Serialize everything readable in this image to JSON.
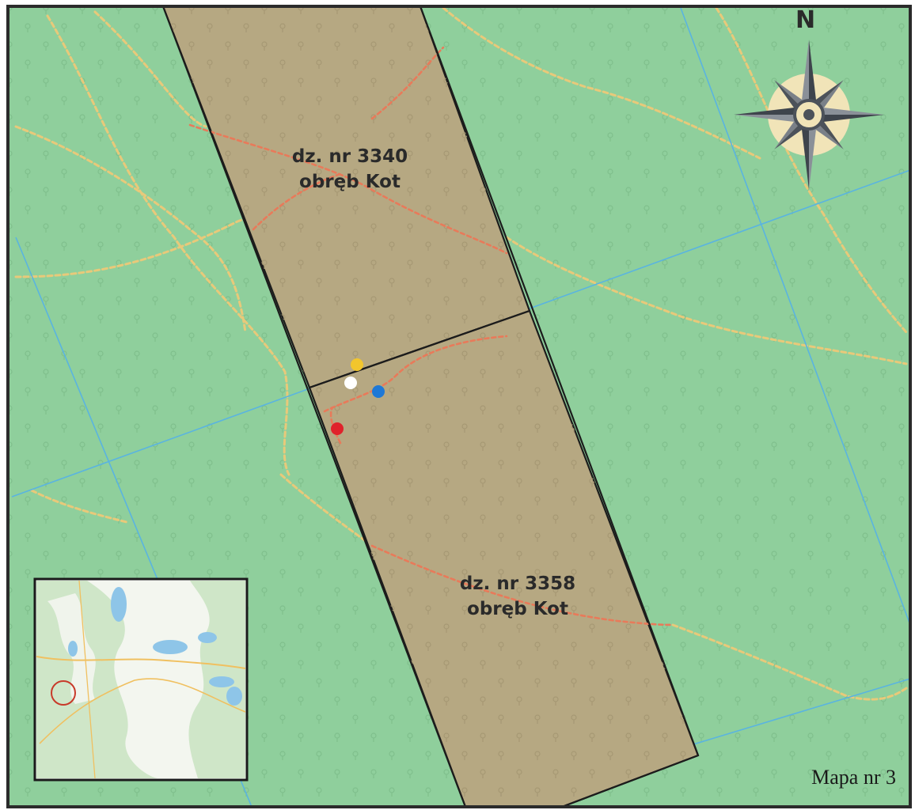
{
  "parcels": [
    {
      "number_label": "dz. nr 3340",
      "precinct_label": "obręb Kot"
    },
    {
      "number_label": "dz. nr 3358",
      "precinct_label": "obręb Kot"
    }
  ],
  "compass": {
    "north_label": "N"
  },
  "map_number": "Mapa nr 3",
  "markers": [
    {
      "name": "yellow-marker",
      "color": "#f2c62d"
    },
    {
      "name": "white-marker",
      "color": "#ffffff"
    },
    {
      "name": "blue-marker",
      "color": "#1e78d6"
    },
    {
      "name": "red-marker",
      "color": "#e0222b"
    }
  ],
  "colors": {
    "forest": "#8fcf9c",
    "parcel_fill": "#b6a882",
    "boundary": "#1c1c1c",
    "watercourse": "#5ab4e0",
    "track": "#e8c97a",
    "path": "#e87a5a"
  }
}
